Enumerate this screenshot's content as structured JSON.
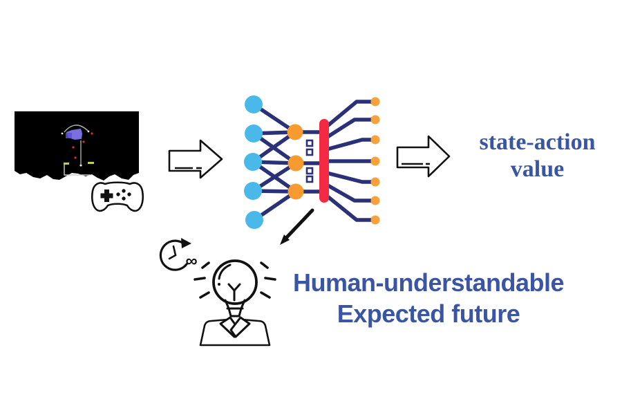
{
  "figure": {
    "output_label": {
      "line1": "state-action",
      "line2": "value"
    },
    "interpretation_label": {
      "line1": "Human-understandable",
      "line2": "Expected future"
    },
    "glyphs": {
      "infinity": "∞"
    },
    "colors": {
      "input_node": "#4ab9e9",
      "hidden_node": "#f79b31",
      "output_node": "#f6a13c",
      "edge": "#2a3176",
      "bottleneck_bar": "#f42a42",
      "label_text": "#3a55a4",
      "game_background": "#000000",
      "game_ship": "#7b6fe0",
      "game_marker_yellow": "#c9cf3a",
      "game_marker_red": "#d0342c",
      "icon_stroke": "#111111"
    },
    "icons": {
      "game_screenshot": "atari-game-frame",
      "gamepad": "gamepad-icon",
      "input_arrow": "hollow-right-arrow",
      "output_arrow": "hollow-right-arrow",
      "network": "neural-network",
      "explain_arrow": "solid-diagonal-arrow",
      "clock": "history-clock-infinity-icon",
      "person": "human-lightbulb-icon"
    }
  }
}
